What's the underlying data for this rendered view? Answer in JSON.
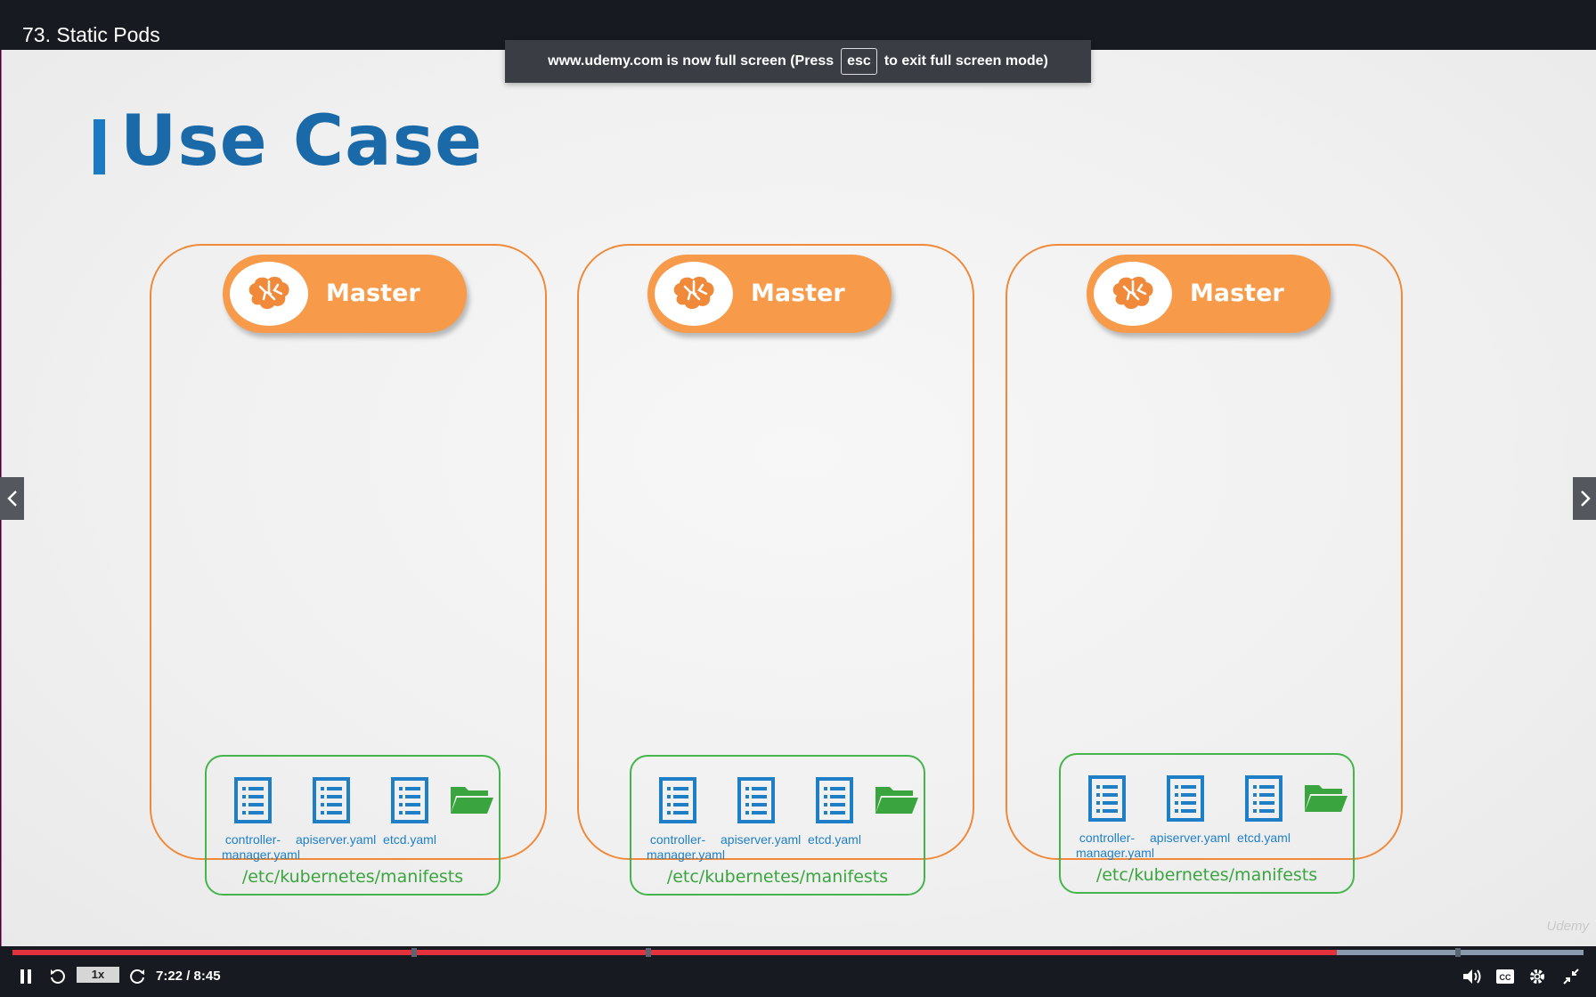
{
  "lecture": {
    "title": "73. Static Pods"
  },
  "toast": {
    "before": "www.udemy.com is now full screen (Press",
    "key": "esc",
    "after": "to exit full screen mode)"
  },
  "slide": {
    "heading": "Use Case",
    "nodes": [
      {
        "label": "Master",
        "files": [
          "controller-manager.yaml",
          "apiserver.yaml",
          "etcd.yaml"
        ],
        "path": "/etc/kubernetes/manifests"
      },
      {
        "label": "Master",
        "files": [
          "controller-manager.yaml",
          "apiserver.yaml",
          "etcd.yaml"
        ],
        "path": "/etc/kubernetes/manifests"
      },
      {
        "label": "Master",
        "files": [
          "controller-manager.yaml",
          "apiserver.yaml",
          "etcd.yaml"
        ],
        "path": "/etc/kubernetes/manifests"
      }
    ],
    "watermark": "Udemy"
  },
  "player": {
    "speed": "1x",
    "time": "7:22 / 8:45",
    "progress_fraction": 0.843
  },
  "colors": {
    "accent_orange": "#f08a3a",
    "pill_orange": "#f79b4a",
    "green": "#44b54a",
    "blue": "#1a69a8",
    "progress_red": "#e2323e"
  }
}
